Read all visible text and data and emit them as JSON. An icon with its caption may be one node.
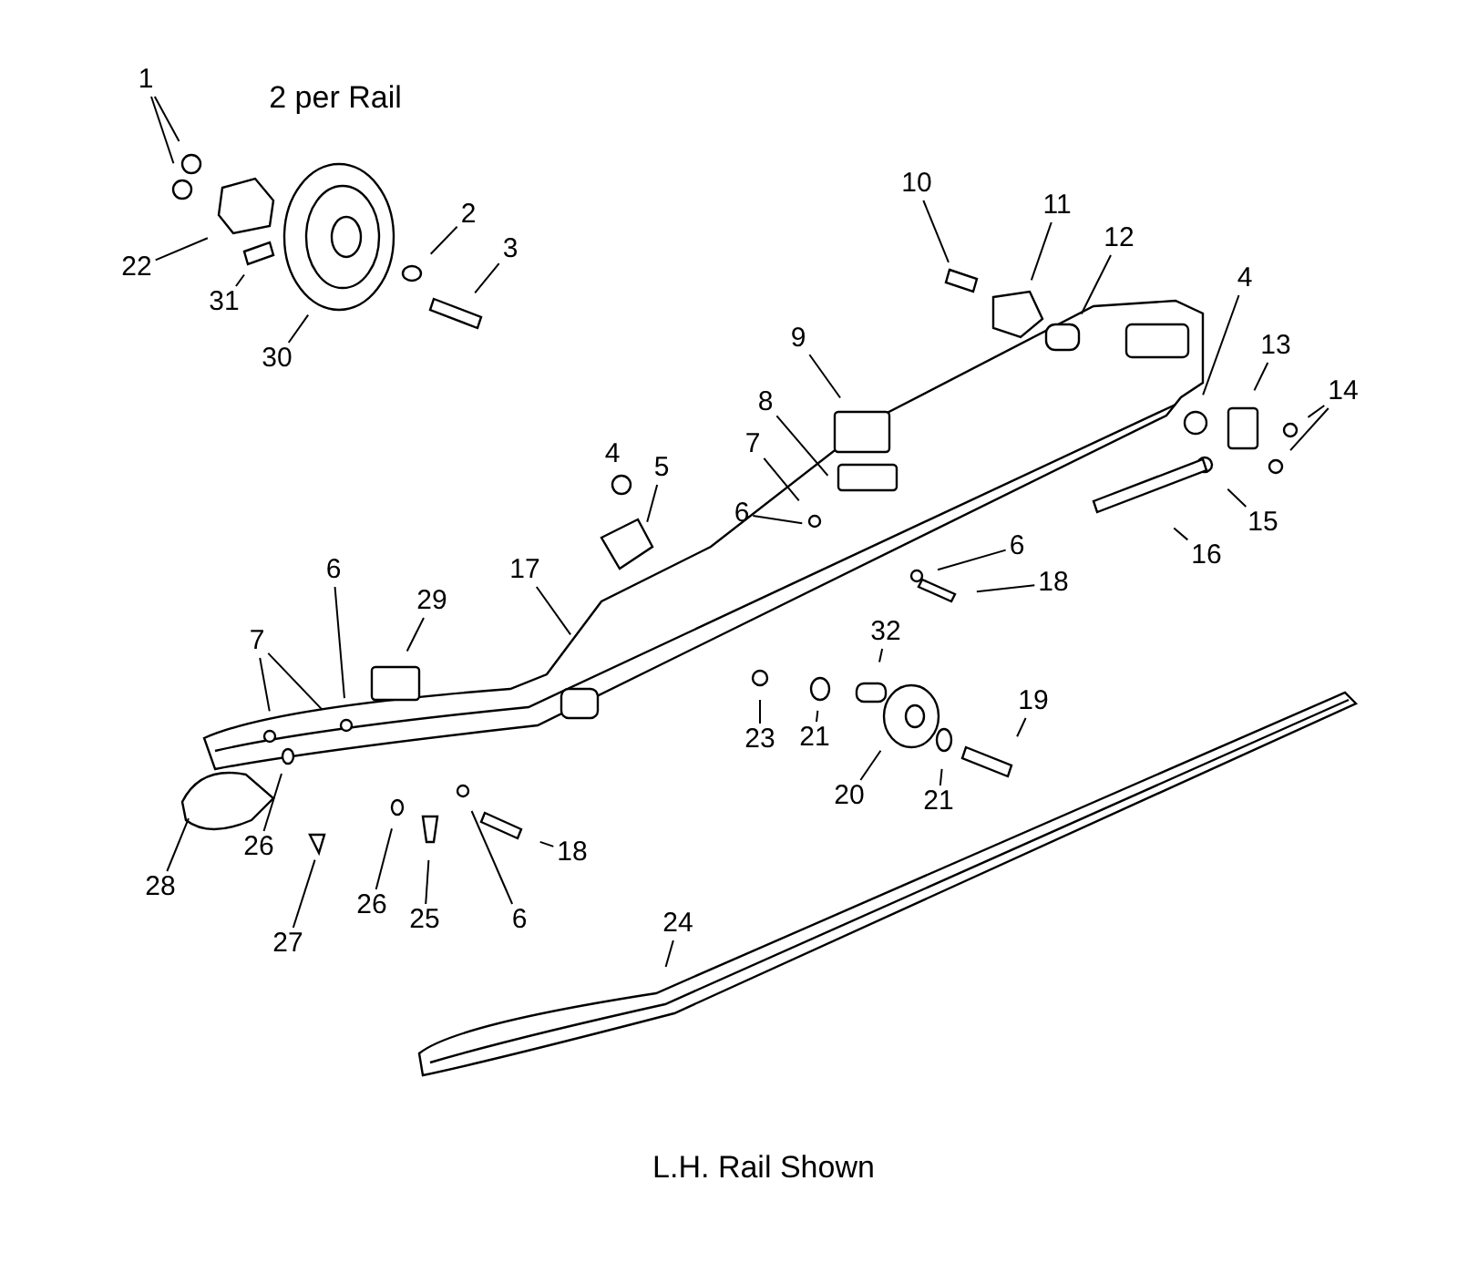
{
  "diagram": {
    "nodes": [
      {
        "text": [
          "1"
        ]
      },
      {
        "text": [
          "22"
        ]
      },
      {
        "text": [
          "31"
        ]
      },
      {
        "text": [
          "30"
        ]
      },
      {
        "text": [
          "2"
        ]
      },
      {
        "text": [
          "3"
        ]
      },
      {
        "text": [
          "10"
        ]
      },
      {
        "text": [
          "11"
        ]
      },
      {
        "text": [
          "12"
        ]
      },
      {
        "text": [
          "4"
        ]
      },
      {
        "text": [
          "9"
        ]
      },
      {
        "text": [
          "8"
        ]
      },
      {
        "text": [
          "13"
        ]
      },
      {
        "text": [
          "14"
        ]
      },
      {
        "text": [
          "7"
        ]
      },
      {
        "text": [
          "6"
        ]
      },
      {
        "text": [
          "5"
        ]
      },
      {
        "text": [
          "17"
        ]
      },
      {
        "text": [
          "6"
        ]
      },
      {
        "text": [
          "18"
        ]
      },
      {
        "text": [
          "15"
        ]
      },
      {
        "text": [
          "16"
        ]
      },
      {
        "text": [
          "6"
        ]
      },
      {
        "text": [
          "29"
        ]
      },
      {
        "text": [
          "7"
        ]
      },
      {
        "text": [
          "32"
        ]
      },
      {
        "text": [
          "19"
        ]
      },
      {
        "text": [
          "23"
        ]
      },
      {
        "text": [
          "21"
        ]
      },
      {
        "text": [
          "20"
        ]
      },
      {
        "text": [
          "21"
        ]
      },
      {
        "text": [
          "28"
        ]
      },
      {
        "text": [
          "26"
        ]
      },
      {
        "text": [
          "26"
        ]
      },
      {
        "text": [
          "25"
        ]
      },
      {
        "text": [
          "6"
        ]
      },
      {
        "text": [
          "18"
        ]
      },
      {
        "text": [
          "27"
        ]
      },
      {
        "text": [
          "24"
        ]
      }
    ],
    "edges": [
      {
        "from": 0,
        "to": null,
        "arrow": "none"
      },
      {
        "from": 0,
        "to": null,
        "arrow": "none"
      },
      {
        "from": 1,
        "to": null,
        "arrow": "none"
      },
      {
        "from": 2,
        "to": null,
        "arrow": "none"
      },
      {
        "from": 3,
        "to": null,
        "arrow": "none"
      },
      {
        "from": 4,
        "to": null,
        "arrow": "none"
      },
      {
        "from": 5,
        "to": null,
        "arrow": "none"
      },
      {
        "from": 6,
        "to": null,
        "arrow": "none"
      },
      {
        "from": 7,
        "to": null,
        "arrow": "none"
      },
      {
        "from": 8,
        "to": null,
        "arrow": "none"
      },
      {
        "from": 9,
        "to": null,
        "arrow": "none"
      },
      {
        "from": 10,
        "to": null,
        "arrow": "none"
      },
      {
        "from": 11,
        "to": null,
        "arrow": "none"
      },
      {
        "from": 12,
        "to": null,
        "arrow": "none"
      },
      {
        "from": 13,
        "to": null,
        "arrow": "none"
      },
      {
        "from": 13,
        "to": null,
        "arrow": "none"
      },
      {
        "from": 14,
        "to": null,
        "arrow": "none"
      },
      {
        "from": 15,
        "to": null,
        "arrow": "none"
      },
      {
        "from": 16,
        "to": null,
        "arrow": "none"
      },
      {
        "from": 17,
        "to": null,
        "arrow": "none"
      },
      {
        "from": 18,
        "to": null,
        "arrow": "none"
      },
      {
        "from": 19,
        "to": null,
        "arrow": "none"
      },
      {
        "from": 20,
        "to": null,
        "arrow": "none"
      },
      {
        "from": 21,
        "to": null,
        "arrow": "none"
      },
      {
        "from": 22,
        "to": null,
        "arrow": "none"
      },
      {
        "from": 23,
        "to": null,
        "arrow": "none"
      },
      {
        "from": 24,
        "to": null,
        "arrow": "none"
      },
      {
        "from": 24,
        "to": null,
        "arrow": "none"
      },
      {
        "from": 25,
        "to": null,
        "arrow": "none"
      },
      {
        "from": 26,
        "to": null,
        "arrow": "none"
      },
      {
        "from": 27,
        "to": null,
        "arrow": "none"
      },
      {
        "from": 28,
        "to": null,
        "arrow": "none"
      },
      {
        "from": 29,
        "to": null,
        "arrow": "none"
      },
      {
        "from": 30,
        "to": null,
        "arrow": "none"
      },
      {
        "from": 31,
        "to": null,
        "arrow": "none"
      },
      {
        "from": 32,
        "to": null,
        "arrow": "none"
      },
      {
        "from": 33,
        "to": null,
        "arrow": "none"
      },
      {
        "from": 34,
        "to": null,
        "arrow": "none"
      },
      {
        "from": 35,
        "to": null,
        "arrow": "none"
      },
      {
        "from": 36,
        "to": null,
        "arrow": "none"
      },
      {
        "from": 37,
        "to": null,
        "arrow": "none"
      },
      {
        "from": 38,
        "to": null,
        "arrow": "none"
      }
    ],
    "labels": [
      "2 per Rail",
      "4",
      "L.H. Rail Shown"
    ]
  }
}
